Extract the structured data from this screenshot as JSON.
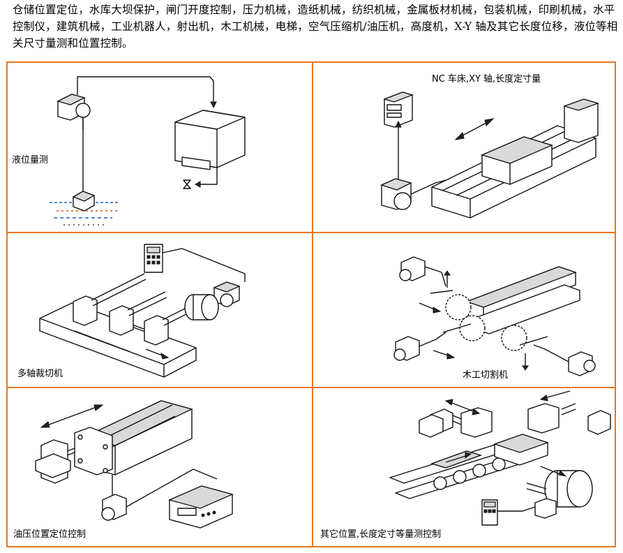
{
  "intro_text": "仓储位置定位，水库大坝保护，闸门开度控制，压力机械，造纸机械，纺织机械，金属板材机械，包装机械，印刷机械，水平控制仪，建筑机械，工业机器人，射出机，木工机械，电梯，空气压缩机/油压机，高度机，X-Y 轴及其它长度位移，液位等相关尺寸量测和位置控制。",
  "panels": [
    {
      "id": "liquid-level",
      "caption": "液位量测"
    },
    {
      "id": "nc-lathe",
      "caption": "NC 车床,XY 轴,长度定寸量"
    },
    {
      "id": "multi-axis-cutter",
      "caption": "多轴裁切机"
    },
    {
      "id": "woodworking-cutter",
      "caption": "木工切割机"
    },
    {
      "id": "hydraulic-position",
      "caption": "油压位置定位控制"
    },
    {
      "id": "other-position",
      "caption": "其它位置,长度定寸等量测控制"
    }
  ],
  "colors": {
    "grid_border": "#e8761f",
    "text": "#000000",
    "liquid_dots": [
      "#1f5fbf",
      "#d9541f",
      "#222222"
    ]
  }
}
